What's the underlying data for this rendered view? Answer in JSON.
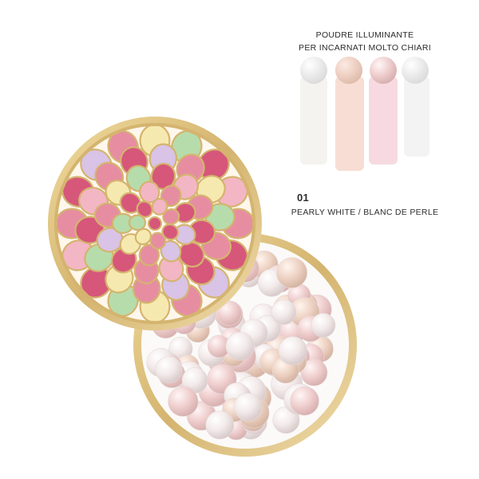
{
  "captions": {
    "line1": "POUDRE ILLUMINANTE",
    "line2": "PER INCARNATI MOLTO CHIARI",
    "shade_number": "01",
    "shade_name": "PEARLY WHITE / BLANC DE PERLE"
  },
  "colors": {
    "gold": "#d9bf7a",
    "gold_dark": "#b8985a",
    "swatch_1": "#f1f1ee",
    "swatch_2": "#f5cfc6",
    "swatch_3": "#f4cdd6",
    "swatch_4": "#eeeeee",
    "pearl_white": "#f6efef",
    "pearl_pink": "#f2cfcf",
    "pearl_peach": "#efd4c6",
    "petal_pink": "#e78da2",
    "petal_rose": "#d6577a",
    "petal_lilac": "#d9c3e6",
    "petal_green": "#b7dcab",
    "petal_yellow": "#f6e9b0"
  }
}
